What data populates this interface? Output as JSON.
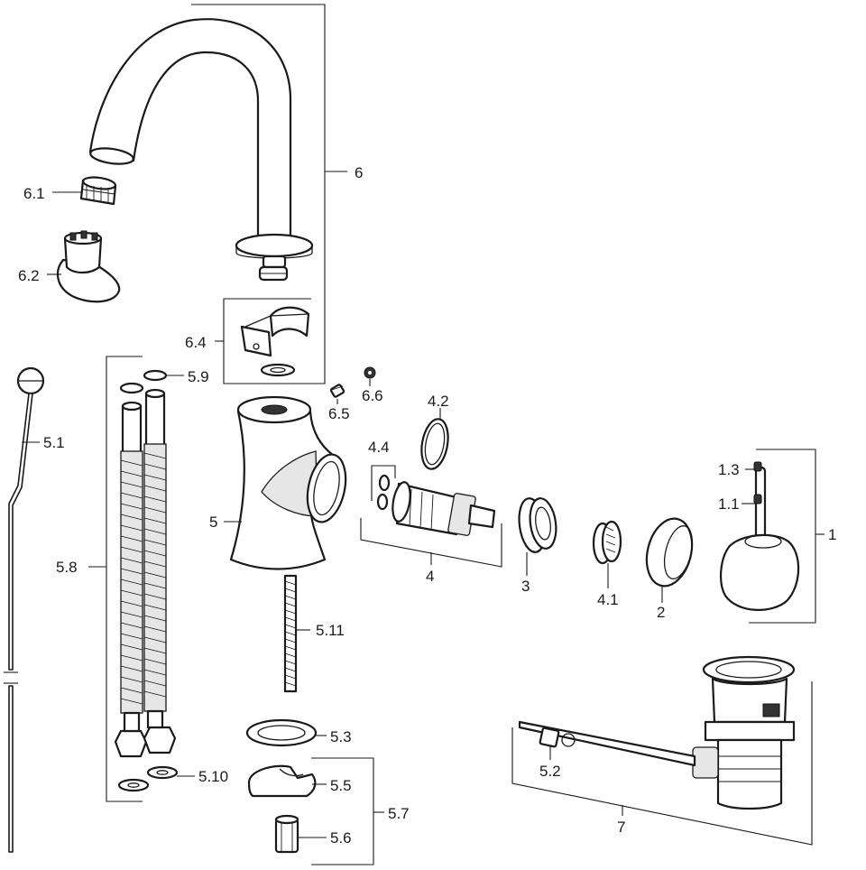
{
  "colors": {
    "ink": "#1a1a1a",
    "background": "#ffffff"
  },
  "labels": {
    "p6": "6",
    "p6_1": "6.1",
    "p6_2": "6.2",
    "p6_4": "6.4",
    "p6_5": "6.5",
    "p6_6": "6.6",
    "p5_9": "5.9",
    "p5_1": "5.1",
    "p5_8": "5.8",
    "p5": "5",
    "p4_4": "4.4",
    "p4_2": "4.2",
    "p4": "4",
    "p3": "3",
    "p4_1": "4.1",
    "p2": "2",
    "p1": "1",
    "p1_3": "1.3",
    "p1_1": "1.1",
    "p5_11": "5.11",
    "p5_3": "5.3",
    "p5_5": "5.5",
    "p5_6": "5.6",
    "p5_7": "5.7",
    "p5_10": "5.10",
    "p5_2": "5.2",
    "p7": "7"
  }
}
